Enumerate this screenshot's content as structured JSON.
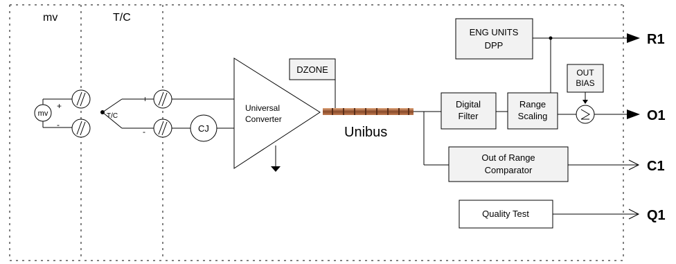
{
  "labels": {
    "mv": "mv",
    "tc": "T/C",
    "mv_circle": "mv",
    "plus": "+",
    "minus": "-",
    "tc_node": "T/C",
    "tc_plus": "+",
    "tc_minus": "-",
    "cj": "CJ",
    "converter_line1": "Universal",
    "converter_line2": "Converter",
    "dzone": "DZONE",
    "unibus": "Unibus",
    "digital_filter_line1": "Digital",
    "digital_filter_line2": "Filter",
    "range_scaling_line1": "Range",
    "range_scaling_line2": "Scaling",
    "eng_units_line1": "ENG UNITS",
    "eng_units_line2": "DPP",
    "out_bias_line1": "OUT",
    "out_bias_line2": "BIAS",
    "out_of_range_line1": "Out of Range",
    "out_of_range_line2": "Comparator",
    "quality_test": "Quality Test",
    "r1": "R1",
    "o1": "O1",
    "c1": "C1",
    "q1": "Q1"
  },
  "colors": {
    "block_fill": "#f2f2f2",
    "unibus_dark": "#6b3a22",
    "unibus_light": "#c8875c"
  },
  "icons": {
    "terminal": "terminal-screw-icon",
    "ground": "ground-arrow-icon",
    "summing": "summing-junction-icon"
  }
}
